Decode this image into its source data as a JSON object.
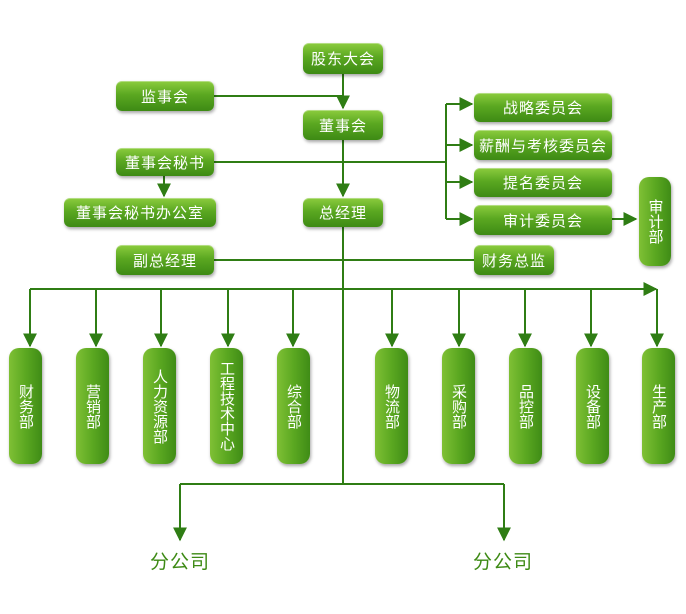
{
  "nodes": {
    "shareholders": "股东大会",
    "supervisors": "监事会",
    "board": "董事会",
    "board_secretary": "董事会秘书",
    "secretary_office": "董事会秘书办公室",
    "general_manager": "总经理",
    "deputy_gm": "副总经理",
    "cfo": "财务总监",
    "strategy_committee": "战略委员会",
    "compensation_committee": "薪酬与考核委员会",
    "nomination_committee": "提名委员会",
    "audit_committee": "审计委员会",
    "audit_dept": "审计部"
  },
  "departments": [
    "财务部",
    "营销部",
    "人力资源部",
    "工程技术中心",
    "综合部",
    "物流部",
    "采购部",
    "品控部",
    "设备部",
    "生产部"
  ],
  "branches": [
    "分公司",
    "分公司"
  ],
  "colors": {
    "box": "#5ba821",
    "line": "#2f7d14",
    "text": "#ffffff",
    "branch_text": "#3d8a14"
  }
}
